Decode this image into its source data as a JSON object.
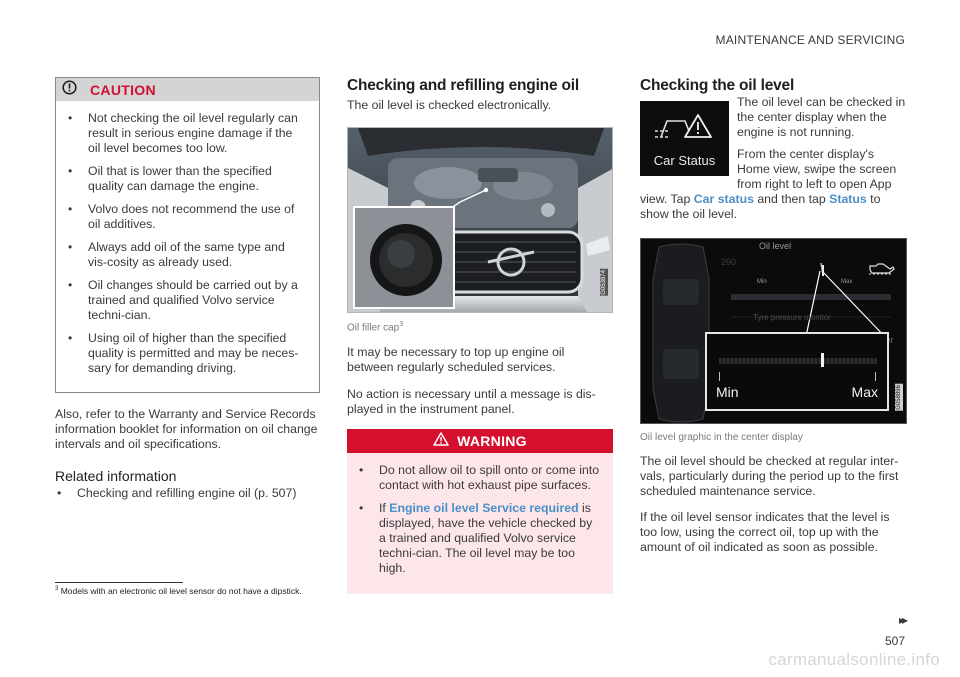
{
  "header": {
    "section_title": "MAINTENANCE AND SERVICING"
  },
  "caution": {
    "title": "CAUTION",
    "items": [
      "Not checking the oil level regularly can result in serious engine damage if the oil level becomes too low.",
      "Oil that is lower than the specified quality can damage the engine.",
      "Volvo does not recommend the use of oil additives.",
      "Always add oil of the same type and vis-cosity as already used.",
      "Oil changes should be carried out by a trained and qualified Volvo service techni-cian.",
      "Using oil of higher than the specified quality is permitted and may be neces-sary for demanding driving."
    ]
  },
  "left": {
    "warranty_text": "Also, refer to the Warranty and Service Records information booklet for information on oil change intervals and oil specifications.",
    "related_heading": "Related information",
    "related_items": [
      "Checking and refilling engine oil (p. 507)"
    ]
  },
  "middle": {
    "heading": "Checking and refilling engine oil",
    "intro": "The oil level is checked electronically.",
    "image_code": "G053874",
    "caption": "Oil filler cap",
    "caption_ref": "3",
    "para1": "It may be necessary to top up engine oil between regularly scheduled services.",
    "para2": "No action is necessary until a message is dis-played in the instrument panel.",
    "warning": {
      "title": "WARNING",
      "item1": "Do not allow oil to spill onto or come into contact with hot exhaust pipe surfaces.",
      "item2_prefix": "If",
      "item2_highlight": "Engine oil level Service required",
      "item2_suffix": "is displayed, have the vehicle checked by a trained and qualified Volvo service techni-cian. The oil level may be too high."
    }
  },
  "right": {
    "heading": "Checking the oil level",
    "tile_label": "Car Status",
    "p1": "The oil level can be checked in the center display when the engine is not running.",
    "p2a": "From the center display's Home view, swipe the screen from right to left to open App view. Tap",
    "p2_car_status": "Car status",
    "p2b": "and then tap",
    "p2_status": "Status",
    "p2c": "to show the oil level.",
    "oil_img": {
      "title": "Oil level",
      "min": "Min",
      "max": "Max",
      "tyre": "Tyre pressure monitor",
      "partial_num": "260",
      "partial_text": "ter",
      "big_min": "Min",
      "big_max": "Max",
      "code": "G058896"
    },
    "caption": "Oil level graphic in the center display",
    "p3": "The oil level should be checked at regular inter-vals, particularly during the period up to the first scheduled maintenance service.",
    "p4": "If the oil level sensor indicates that the level is too low, using the correct oil, top up with the amount of oil indicated as soon as possible."
  },
  "footnote": {
    "number": "3",
    "text": "Models with an electronic oil level sensor do not have a dipstick."
  },
  "footer": {
    "arrows": "▸▸",
    "page_number": "507",
    "watermark": "carmanualsonline.info"
  },
  "colors": {
    "caution_red": "#d0102f",
    "warning_red": "#d5102f",
    "warning_bg": "#fde6ea",
    "highlight_blue": "#4a8fc8"
  }
}
